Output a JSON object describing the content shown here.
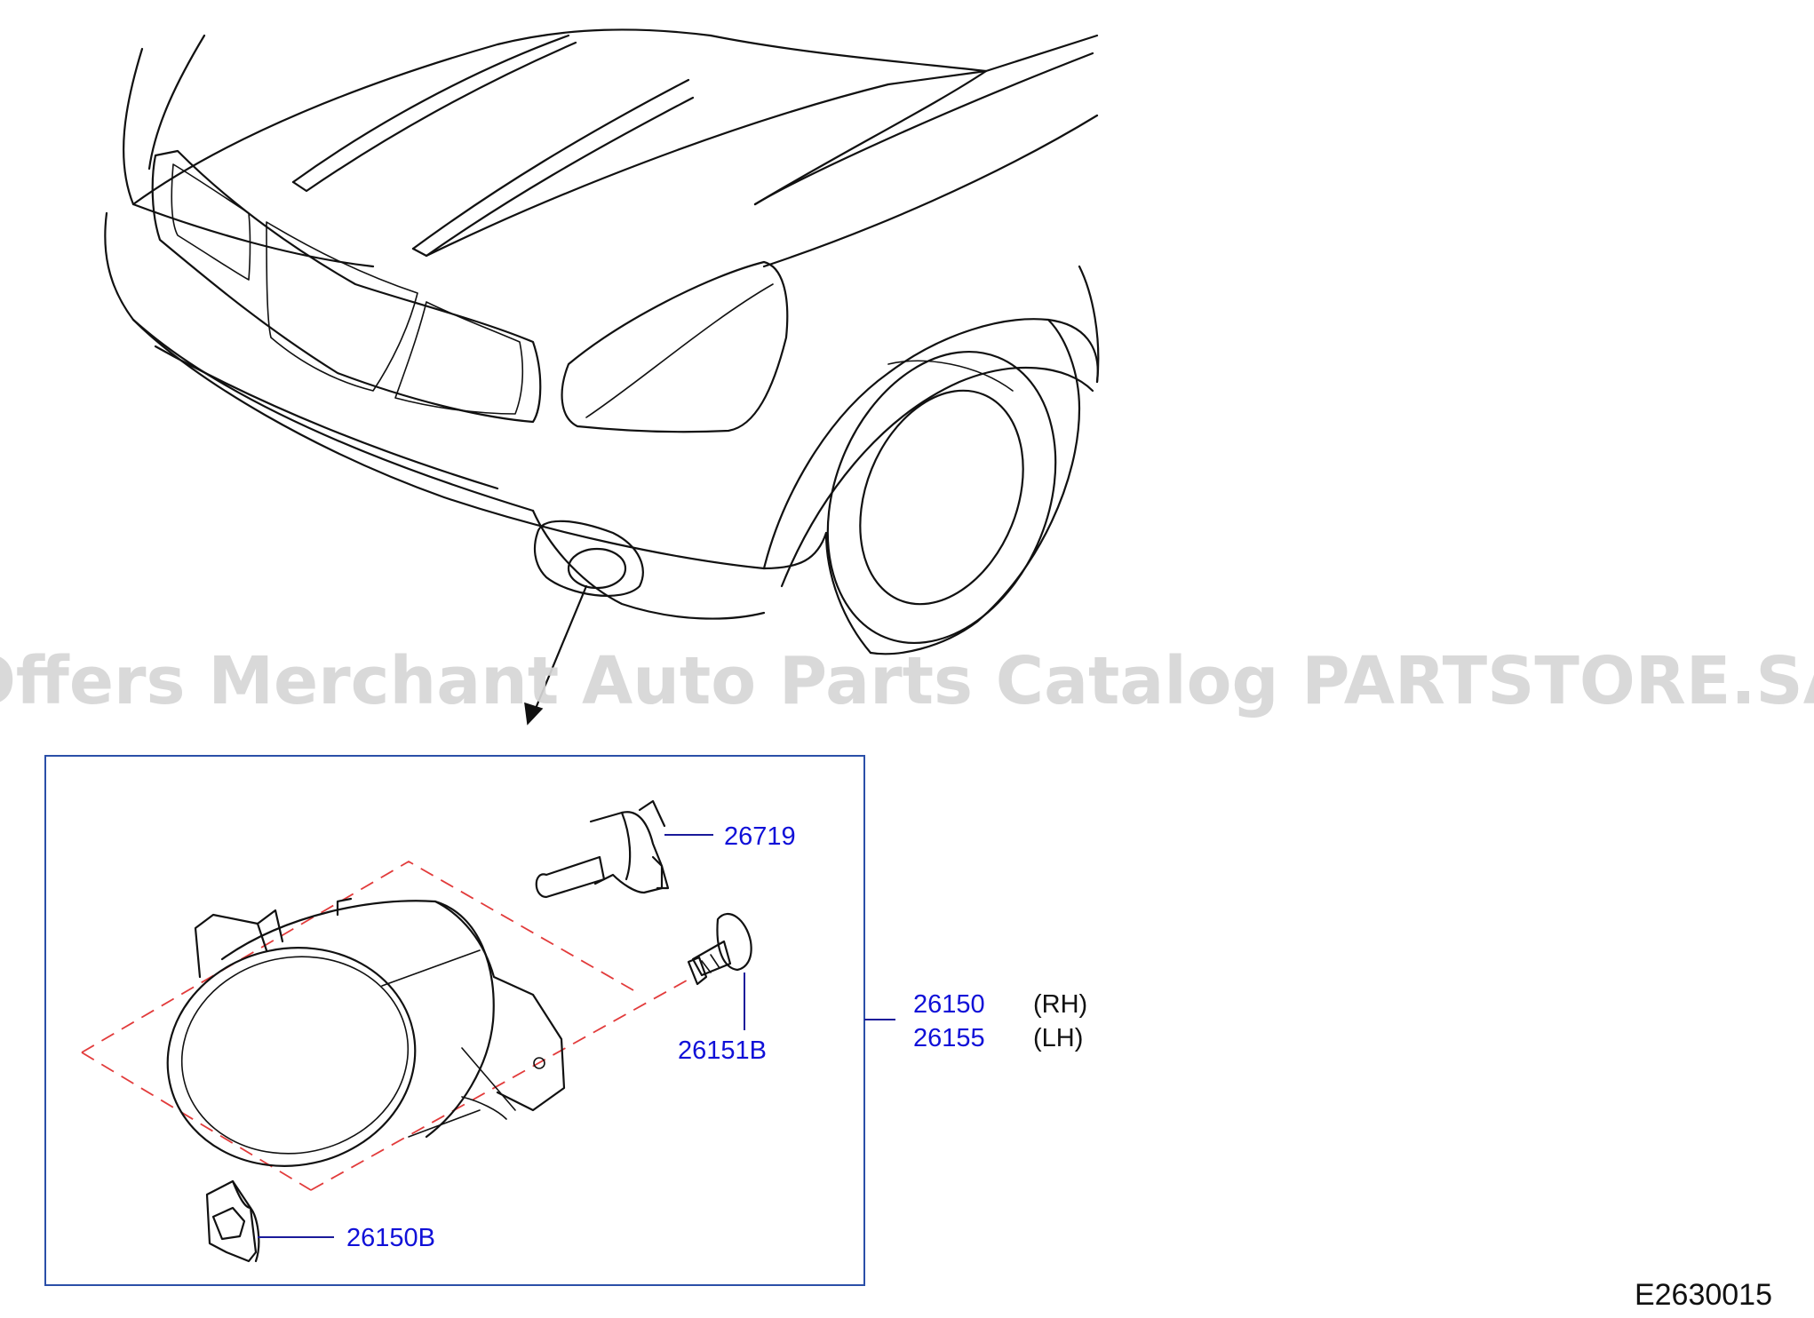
{
  "watermark": "Offers Merchant Auto Parts Catalog PARTSTORE.SA",
  "diagram_code": "E2630015",
  "callouts": {
    "bulb": {
      "number": "26719"
    },
    "screw": {
      "number": "26151B"
    },
    "clip": {
      "number": "26150B"
    },
    "fog_lamp_rh": {
      "number": "26150",
      "side": "(RH)"
    },
    "fog_lamp_lh": {
      "number": "26155",
      "side": "(LH)"
    }
  },
  "colors": {
    "part_number": "#1010d8",
    "frame": "#2b4fa8",
    "alignment_dash": "#e23b3b",
    "watermark": "#d6d6d6"
  }
}
